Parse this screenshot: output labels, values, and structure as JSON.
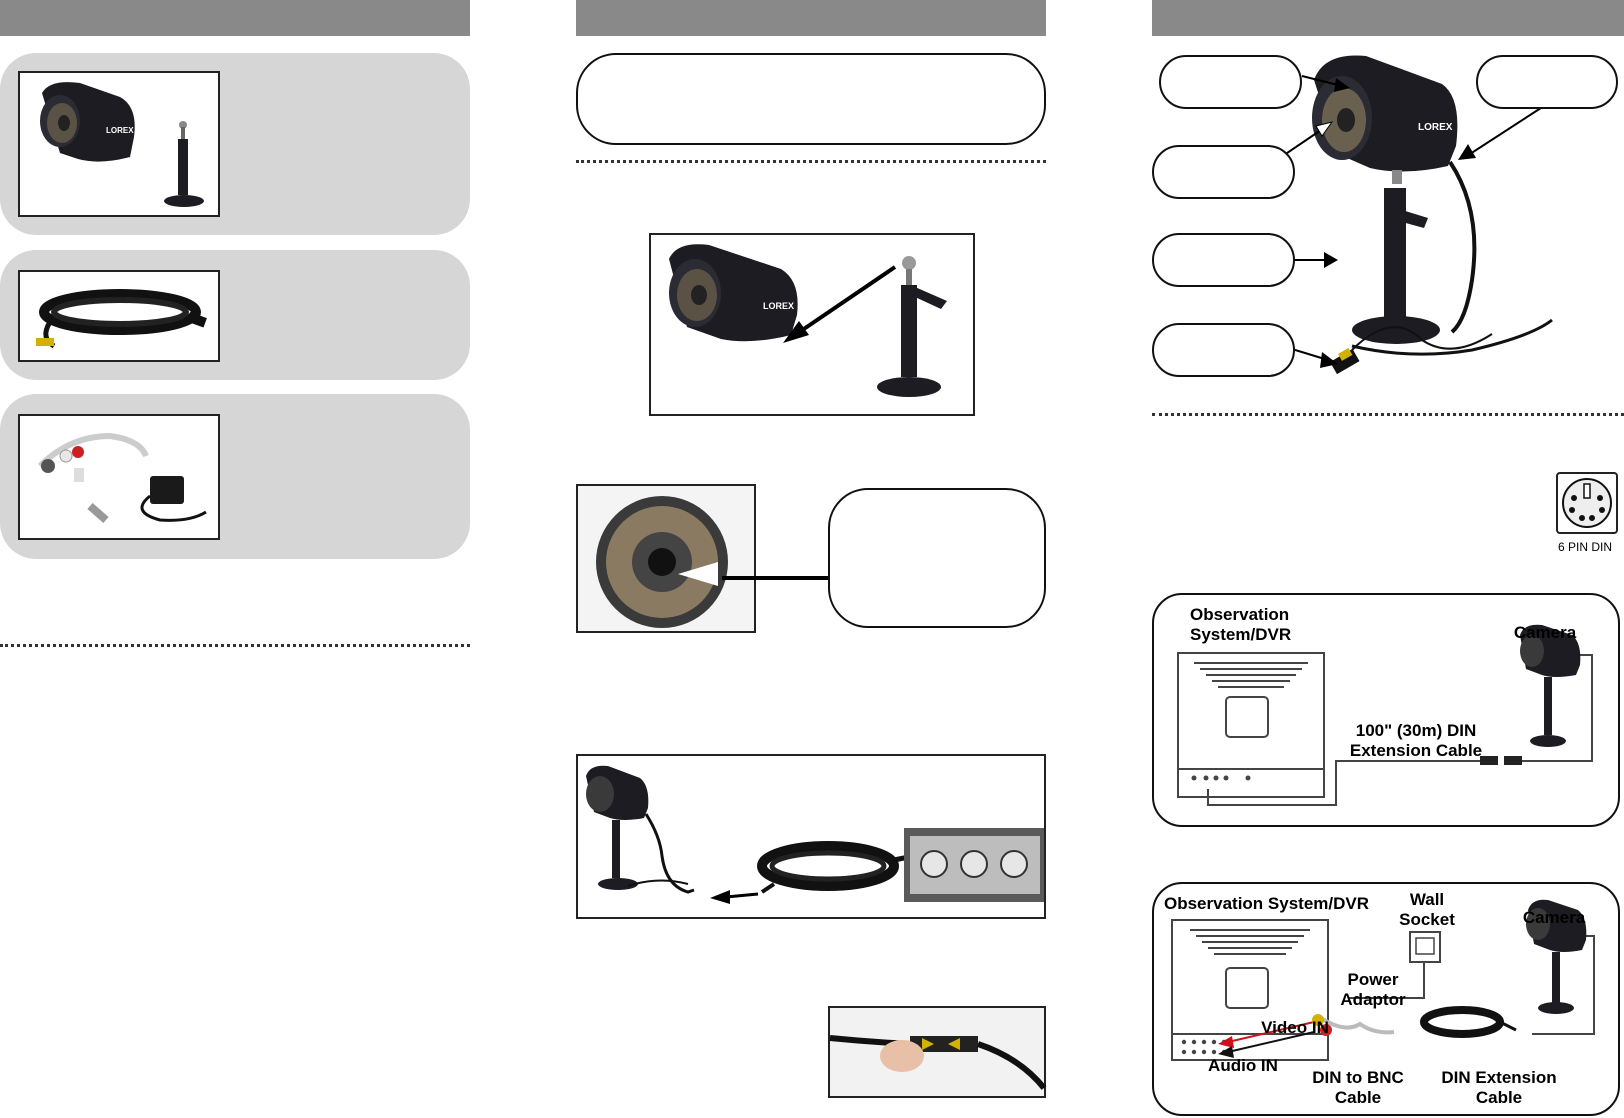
{
  "pin_label": "6 PIN DIN",
  "diagram_top": {
    "system": "Observation\nSystem/DVR",
    "camera": "Camera",
    "cable": "100\" (30m) DIN\nExtension Cable"
  },
  "diagram_bottom": {
    "system": "Observation System/DVR",
    "wall_socket": "Wall\nSocket",
    "camera": "Camera",
    "power_adaptor": "Power\nAdaptor",
    "video_in": "Video IN",
    "audio_in": "Audio IN",
    "din_bnc": "DIN to BNC\nCable",
    "din_ext": "DIN Extension\nCable"
  },
  "colors": {
    "header": "#898989",
    "panel": "#d6d6d6",
    "camera_body": "#1c1c22",
    "arrow_red": "#d0101a"
  },
  "icons": [
    "camera-icon",
    "stand-icon",
    "cable-coil-icon",
    "adapter-icon",
    "din-connector-icon",
    "arrow-icon"
  ]
}
